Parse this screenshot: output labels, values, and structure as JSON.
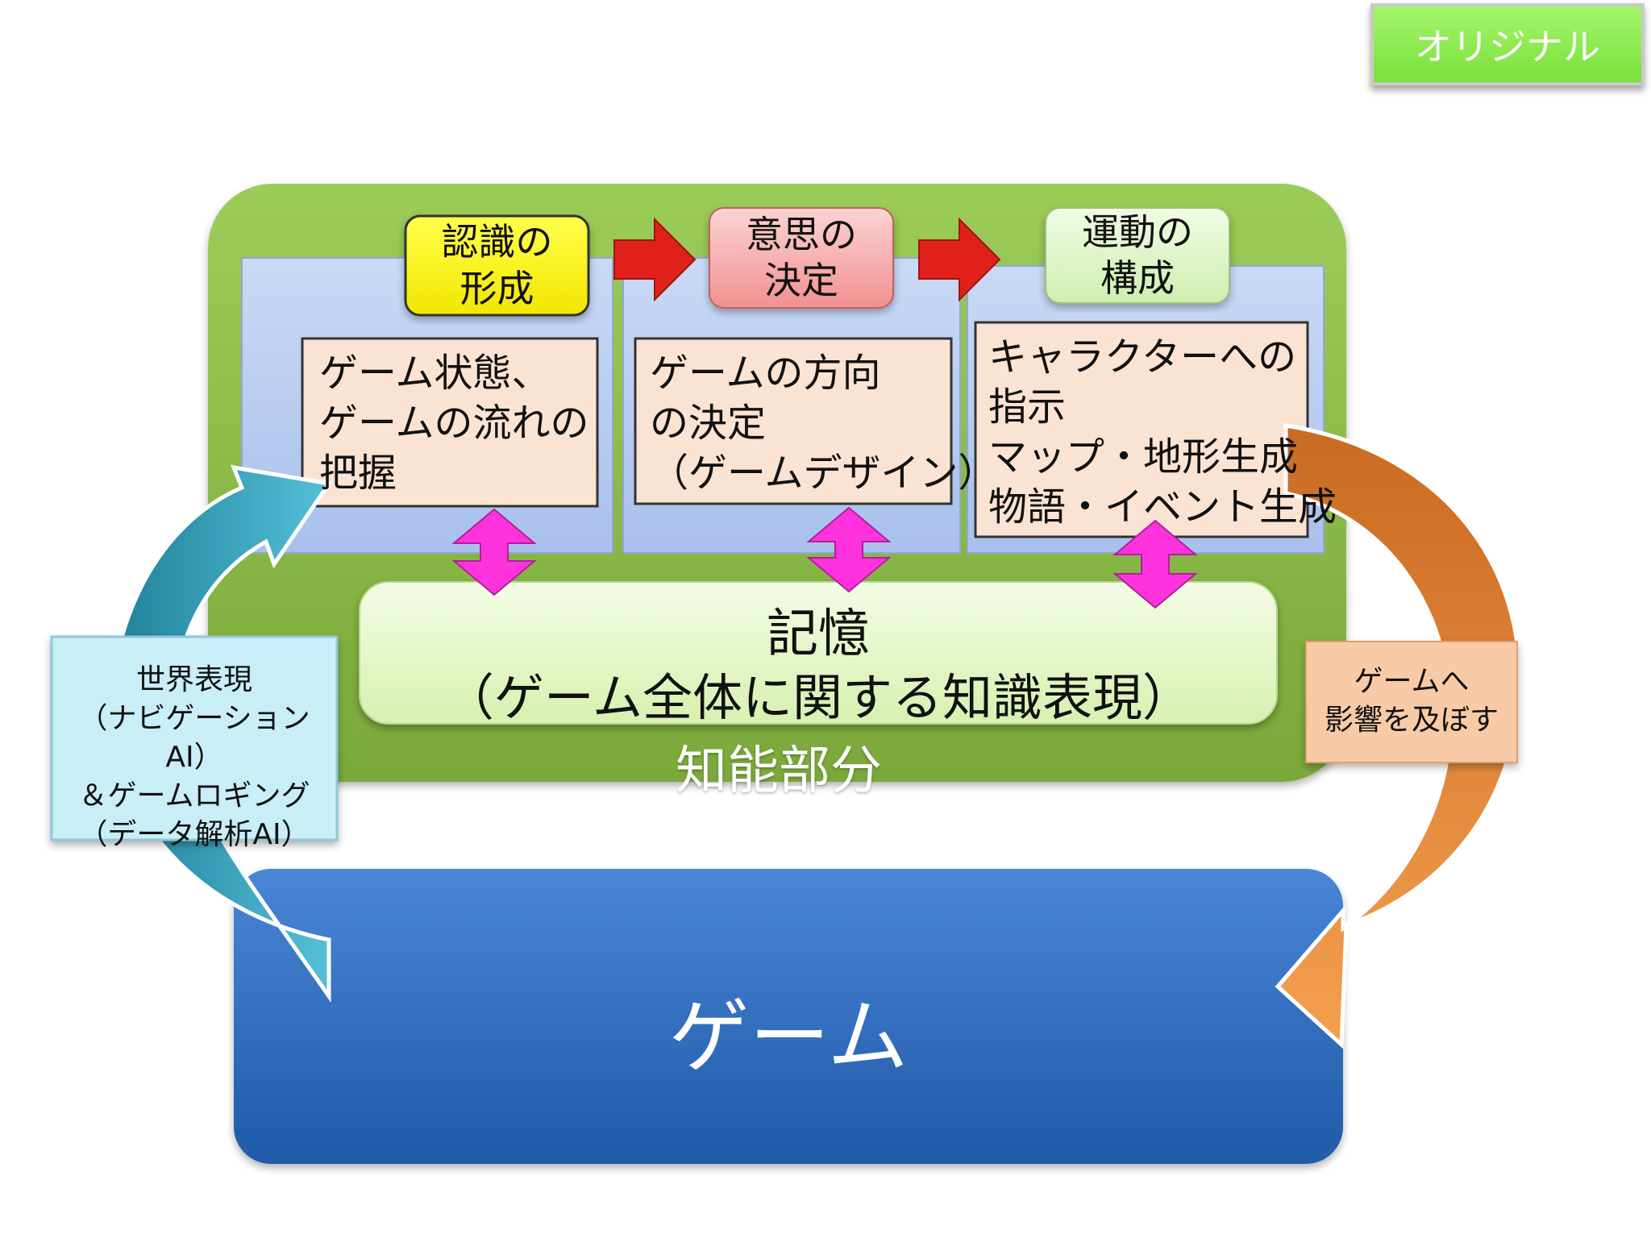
{
  "badge": "オリジナル",
  "steps": [
    {
      "title": "認識の\n形成",
      "color": "#ffff00",
      "description": "ゲーム状態、\nゲームの流れの\n把握"
    },
    {
      "title": "意思の\n決定",
      "color": "#f5a0a0",
      "description": "ゲームの方向\nの決定\n（ゲームデザイン）"
    },
    {
      "title": "運動の\n構成",
      "color": "#dff5c8",
      "description": "キャラクターへの\n指示\nマップ・地形生成\n物語・イベント生成"
    }
  ],
  "memory": {
    "title": "記憶",
    "subtitle": "（ゲーム全体に関する知識表現）"
  },
  "intelligence_label": "知能部分",
  "left_note": "世界表現\n（ナビゲーションAI）\n＆ゲームロギング\n（データ解析AI）",
  "right_note": "ゲームへ\n影響を及ぼす",
  "game_label": "ゲーム",
  "colors": {
    "intelligence_bg": "#8cb848",
    "memory_bg": "#e6f7c8",
    "game_bg": "#2f68b8",
    "flow_arrow": "#e0201a",
    "memory_arrow": "#ff33dd",
    "left_loop_arrow": "#2a95b0",
    "right_loop_arrow": "#e88840",
    "left_note_bg": "#c9eef7",
    "right_note_bg": "#f8cba6",
    "desc_bg": "#fbe3d4",
    "panel_bg": "#b6ccf0"
  }
}
